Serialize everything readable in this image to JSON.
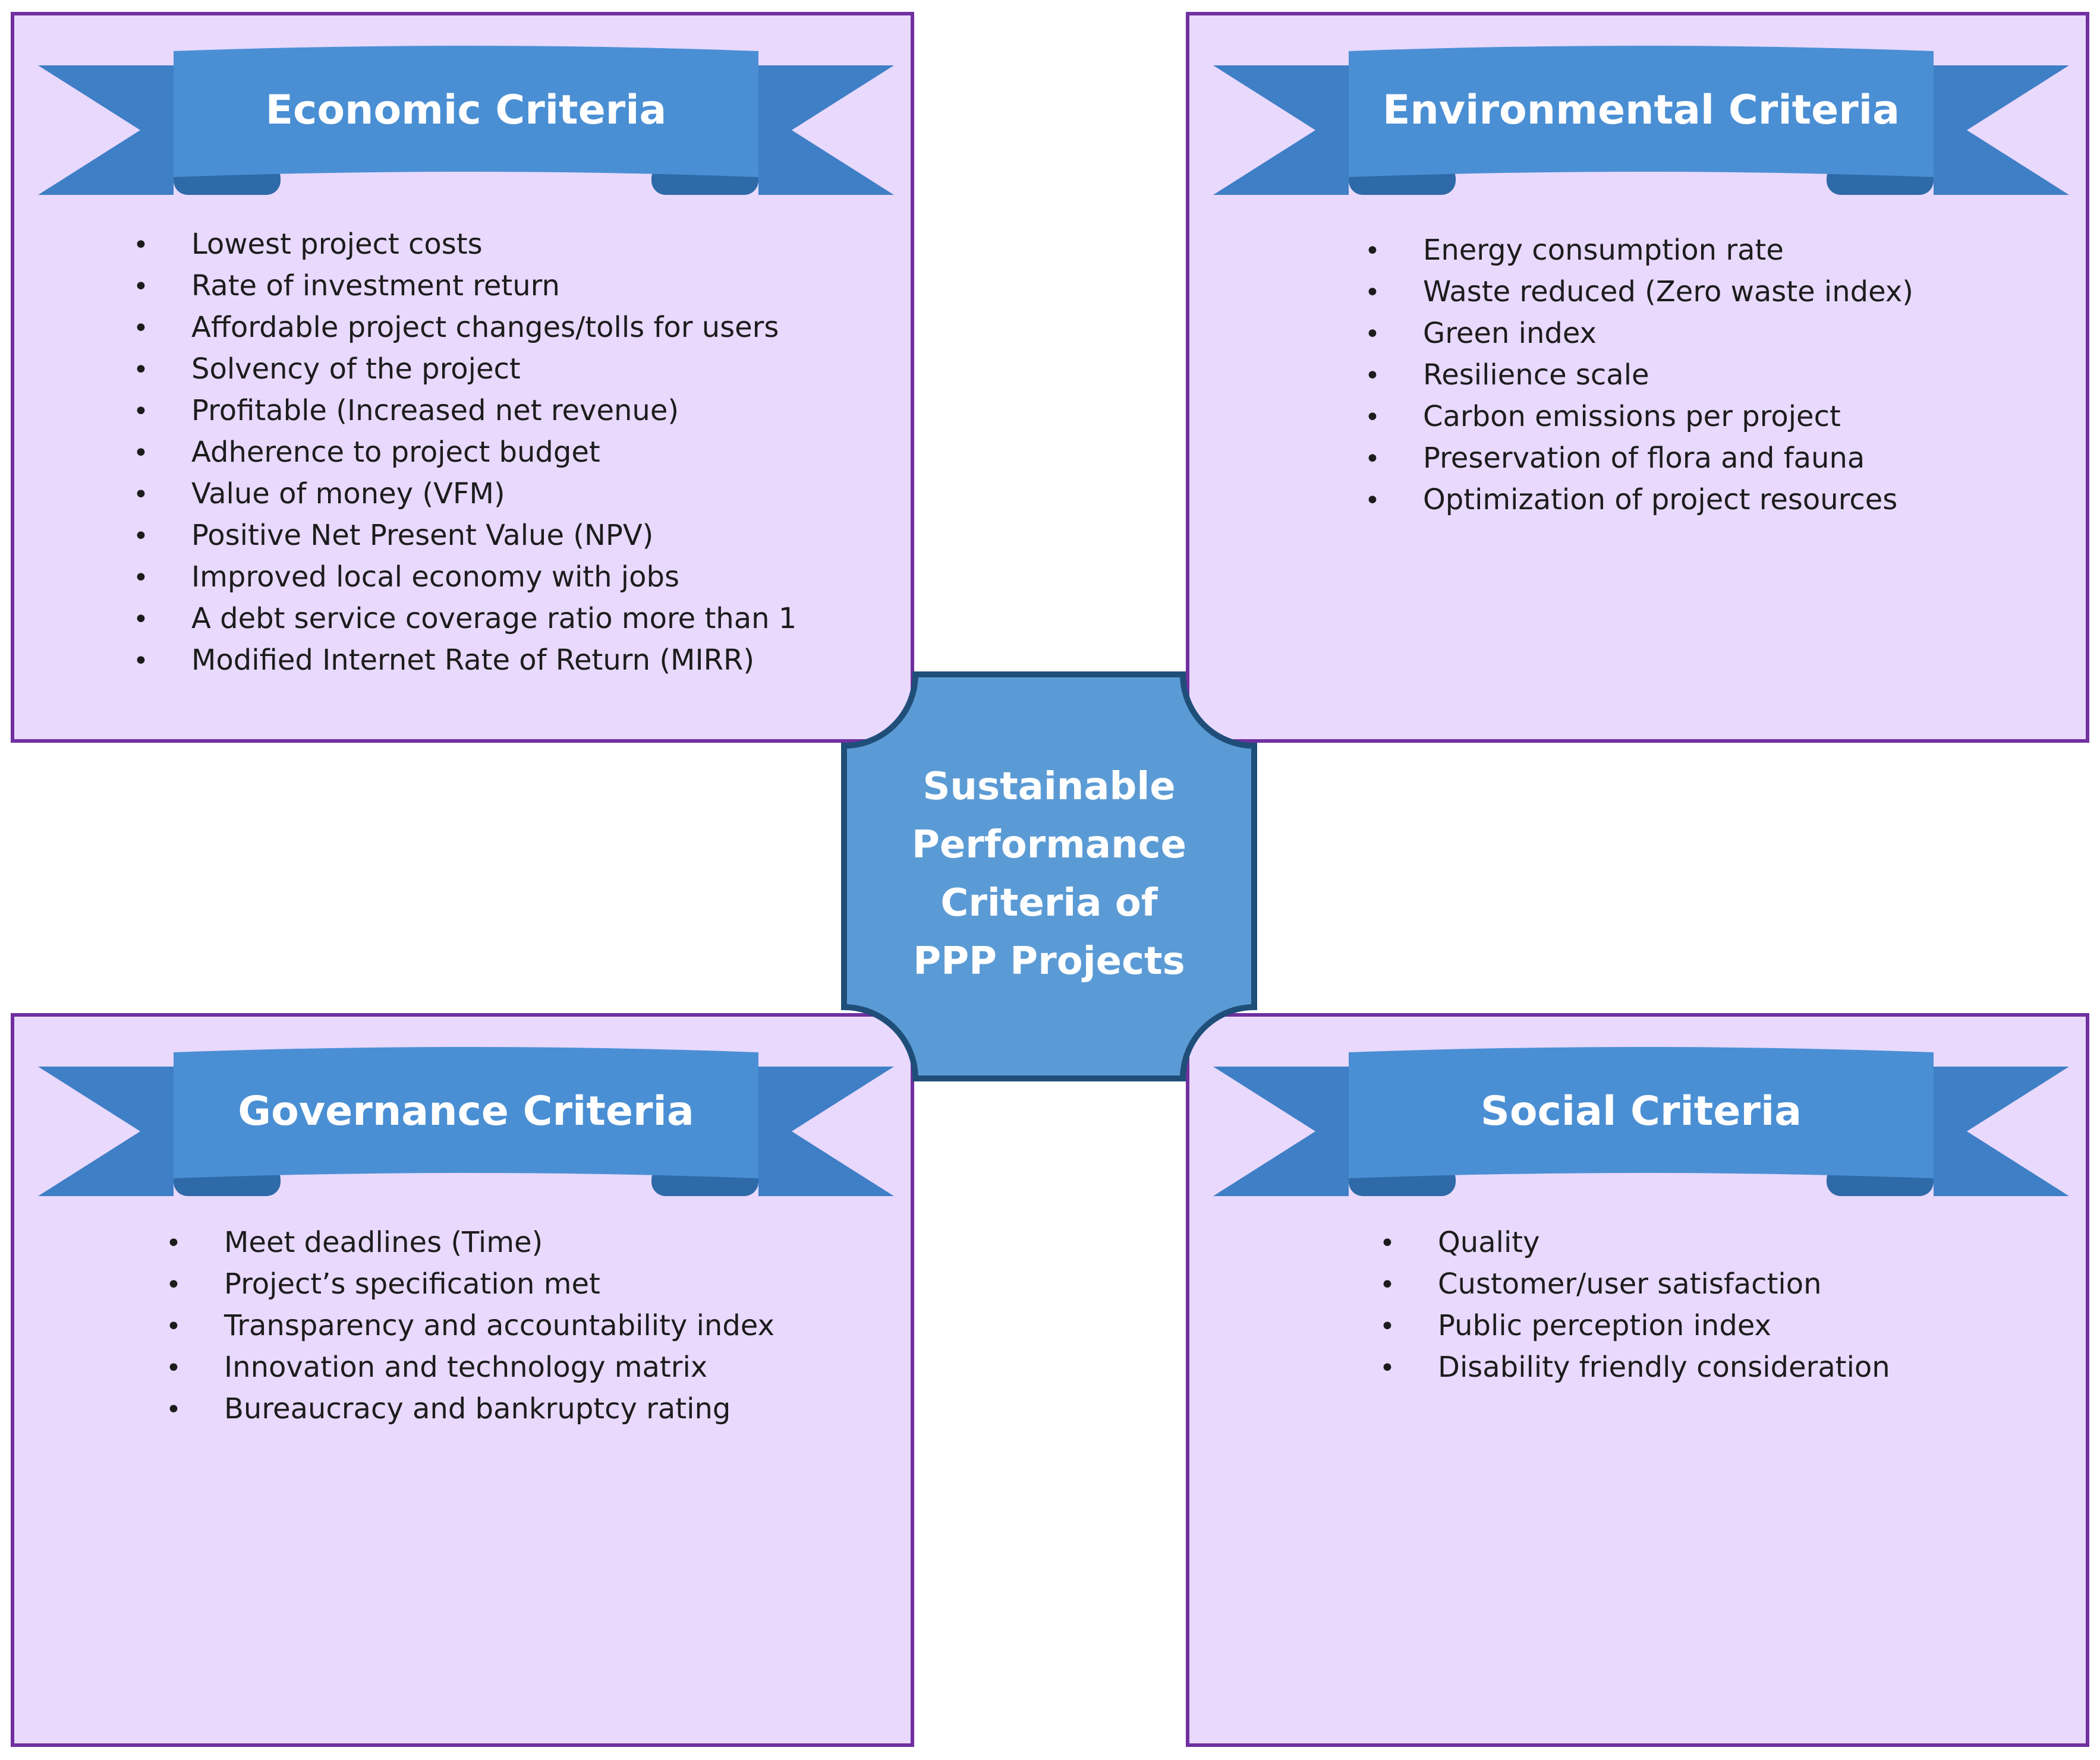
{
  "colors": {
    "panel_fill": "#e8d9fd",
    "panel_border": "#7030a0",
    "banner_fill": "#4a8fd4",
    "banner_tail": "#3f7fc6",
    "banner_shade": "#2e6aa8",
    "center_fill": "#5b9bd5",
    "center_border": "#1f4e79",
    "title_text": "#ffffff",
    "item_text": "#1c1c1c"
  },
  "icons": {
    "bullet": "bullet-icon",
    "ribbon": "ribbon-banner-icon"
  },
  "center": {
    "lines": [
      "Sustainable",
      "Performance",
      "Criteria of",
      "PPP Projects"
    ]
  },
  "panels": {
    "economic": {
      "title": "Economic Criteria",
      "items": [
        "Lowest project costs",
        "Rate of investment return",
        "Affordable project changes/tolls for users",
        "Solvency of the project",
        "Profitable (Increased net revenue)",
        "Adherence to project budget",
        "Value of money (VFM)",
        "Positive Net Present Value (NPV)",
        "Improved local economy with jobs",
        "A debt service coverage ratio more than 1",
        "Modified Internet Rate of Return (MIRR)"
      ]
    },
    "environmental": {
      "title": "Environmental Criteria",
      "items": [
        "Energy consumption rate",
        "Waste reduced (Zero waste index)",
        "Green index",
        "Resilience scale",
        "Carbon emissions per project",
        "Preservation of flora and fauna",
        "Optimization of project resources"
      ]
    },
    "governance": {
      "title": "Governance Criteria",
      "items": [
        "Meet deadlines (Time)",
        "Project’s specification met",
        "Transparency and accountability index",
        "Innovation and technology matrix",
        "Bureaucracy and bankruptcy rating"
      ]
    },
    "social": {
      "title": "Social Criteria",
      "items": [
        "Quality",
        "Customer/user satisfaction",
        "Public perception index",
        "Disability friendly consideration"
      ]
    }
  }
}
